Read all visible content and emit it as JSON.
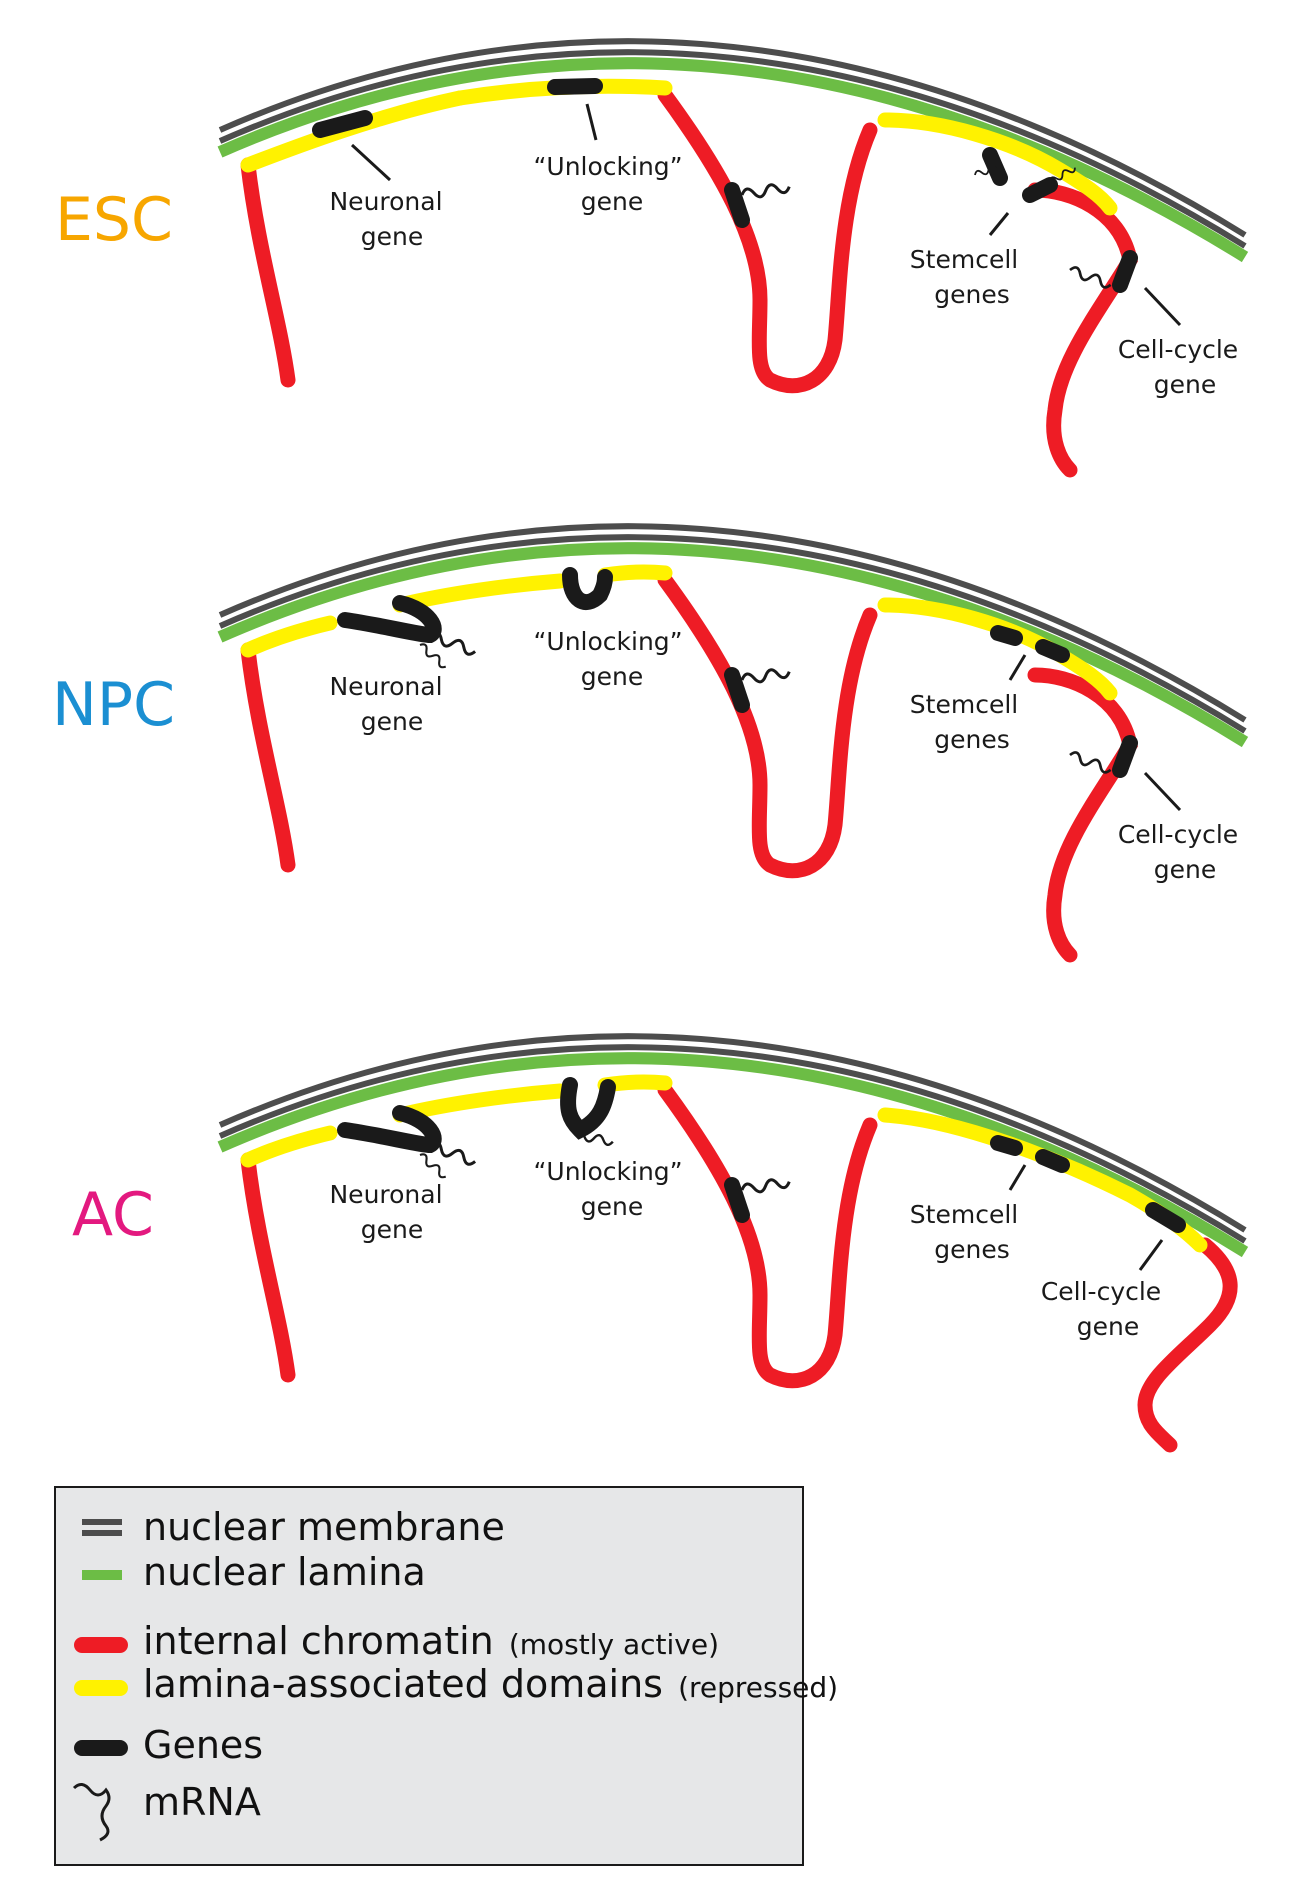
{
  "panels": [
    {
      "label": "ESC",
      "color": "#f7a600",
      "annotations": {
        "neuronal": [
          "Neuronal",
          "gene"
        ],
        "unlocking": [
          "“Unlocking”",
          "gene"
        ],
        "stemcell": [
          "Stemcell",
          "genes"
        ],
        "cellcycle": [
          "Cell-cycle",
          "gene"
        ]
      }
    },
    {
      "label": "NPC",
      "color": "#1b8fd2",
      "annotations": {
        "neuronal": [
          "Neuronal",
          "gene"
        ],
        "unlocking": [
          "“Unlocking”",
          "gene"
        ],
        "stemcell": [
          "Stemcell",
          "genes"
        ],
        "cellcycle": [
          "Cell-cycle",
          "gene"
        ]
      }
    },
    {
      "label": "AC",
      "color": "#e3197f",
      "annotations": {
        "neuronal": [
          "Neuronal",
          "gene"
        ],
        "unlocking": [
          "“Unlocking”",
          "gene"
        ],
        "stemcell": [
          "Stemcell",
          "genes"
        ],
        "cellcycle": [
          "Cell-cycle",
          "gene"
        ]
      }
    }
  ],
  "legend": {
    "membrane": "nuclear membrane",
    "lamina": "nuclear lamina",
    "internal": "internal chromatin",
    "internal_note": "(mostly active)",
    "lad": "lamina-associated domains",
    "lad_note": "(repressed)",
    "genes": "Genes",
    "mrna": "mRNA"
  },
  "colors": {
    "membrane": "#4d4d4d",
    "lamina": "#6cbd45",
    "internal_chromatin": "#ee1c25",
    "lad": "#fff200",
    "gene": "#1a1a1a",
    "legend_bg": "#e6e7e8"
  }
}
